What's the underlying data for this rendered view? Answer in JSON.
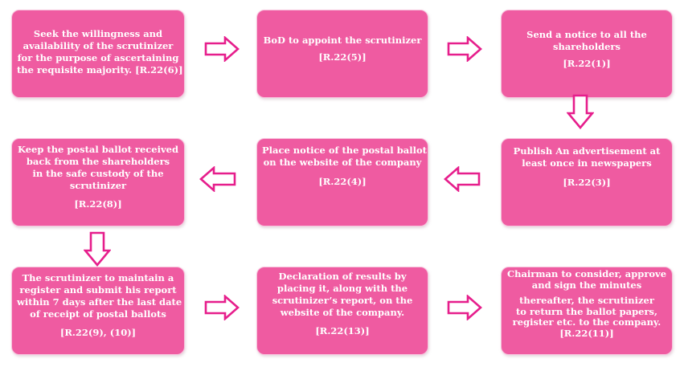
{
  "steps": [
    {
      "lines": [
        "Seek the willingness and",
        "availability of the scrutinizer",
        "for the purpose of ascertaining",
        "the requisite majority. [R.22(6)]"
      ],
      "ref": ""
    },
    {
      "lines": [
        "BoD to appoint the scrutinizer"
      ],
      "ref": "[R.22(5)]"
    },
    {
      "lines": [
        "Send a notice to all the",
        "shareholders"
      ],
      "ref": "[R.22(1)]"
    },
    {
      "lines": [
        "Keep the postal ballot received",
        "back from the shareholders",
        "in the safe custody of the",
        "scrutinizer"
      ],
      "ref": "[R.22(8)]"
    },
    {
      "lines": [
        "Place notice of the postal ballot",
        "on the website of the company"
      ],
      "ref": "[R.22(4)]"
    },
    {
      "lines": [
        "Publish An advertisement at",
        "least once in newspapers"
      ],
      "ref": "[R.22(3)]"
    },
    {
      "lines": [
        "The scrutinizer to maintain a",
        "register and submit his report",
        "within 7 days after the last date",
        "of receipt of postal ballots"
      ],
      "ref": "[R.22(9), (10)]"
    },
    {
      "lines": [
        "Declaration of results by",
        "placing it, along with the",
        "scrutinizer’s report, on the",
        "website of the company."
      ],
      "ref": "[R.22(13)]"
    },
    {
      "lines": [
        "Chairman to consider, approve",
        "and sign the minutes"
      ],
      "extra": [
        "thereafter, the scrutinizer",
        "to return the ballot papers,",
        "register etc. to the company."
      ],
      "ref": "[R.22(11)]"
    }
  ],
  "colors": {
    "box_fill": "#ef5ba1",
    "box_border": "#f7c2dc",
    "arrow": "#e61e8c",
    "text": "#ffffff"
  }
}
